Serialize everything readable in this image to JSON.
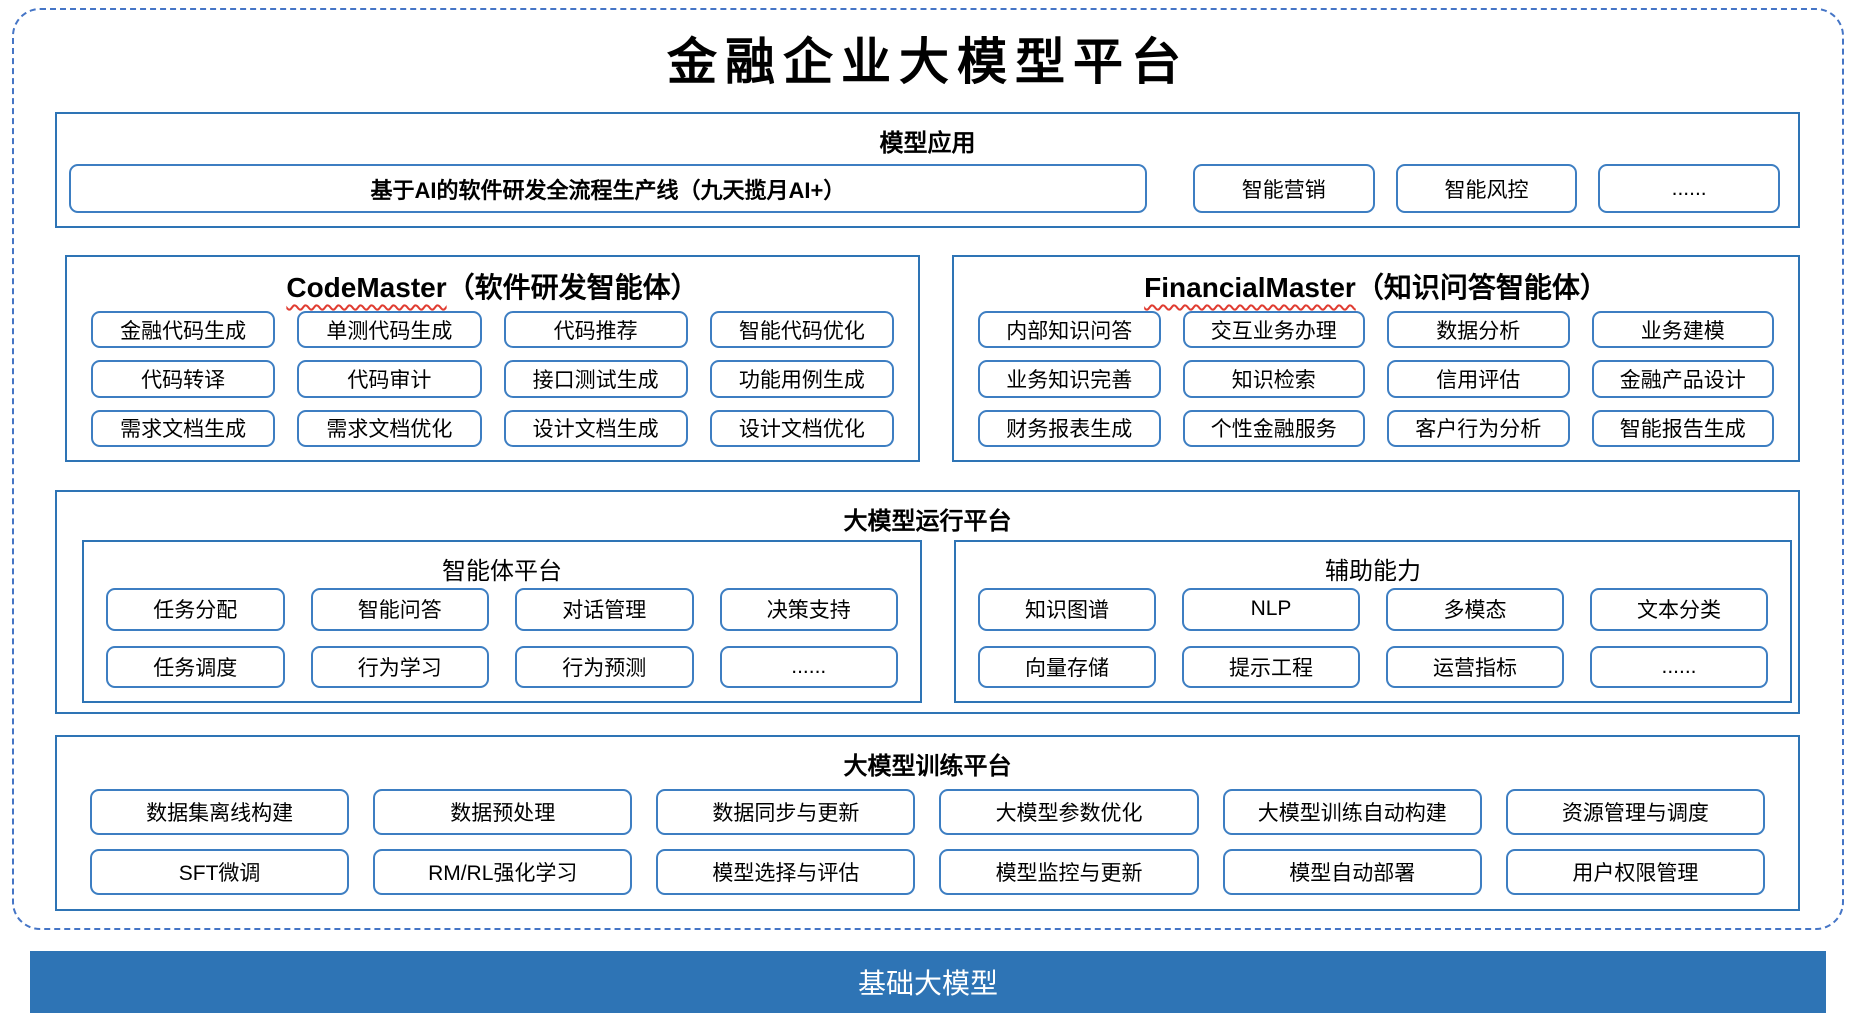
{
  "title": "金融企业大模型平台",
  "colors": {
    "frame_border": "#2e74b5",
    "box_border": "#3d7ec2",
    "dashed_border": "#4575c6",
    "foundation_bg": "#2e74b5",
    "spellcheck_wavy": "#e03c31"
  },
  "sections": {
    "model_app": {
      "title": "模型应用",
      "main_item": "基于AI的软件研发全流程生产线（九天揽月AI+）",
      "items": [
        "智能营销",
        "智能风控",
        "......"
      ]
    },
    "code_master": {
      "title_en": "CodeMaster",
      "title_zh": "（软件研发智能体）",
      "items": [
        "金融代码生成",
        "单测代码生成",
        "代码推荐",
        "智能代码优化",
        "代码转译",
        "代码审计",
        "接口测试生成",
        "功能用例生成",
        "需求文档生成",
        "需求文档优化",
        "设计文档生成",
        "设计文档优化"
      ]
    },
    "financial_master": {
      "title_en": "FinancialMaster",
      "title_zh": "（知识问答智能体）",
      "items": [
        "内部知识问答",
        "交互业务办理",
        "数据分析",
        "业务建模",
        "业务知识完善",
        "知识检索",
        "信用评估",
        "金融产品设计",
        "财务报表生成",
        "个性金融服务",
        "客户行为分析",
        "智能报告生成"
      ]
    },
    "runtime": {
      "title": "大模型运行平台",
      "agent_platform": {
        "title": "智能体平台",
        "items": [
          "任务分配",
          "智能问答",
          "对话管理",
          "决策支持",
          "任务调度",
          "行为学习",
          "行为预测",
          "......"
        ]
      },
      "aux_capability": {
        "title": "辅助能力",
        "items": [
          "知识图谱",
          "NLP",
          "多模态",
          "文本分类",
          "向量存储",
          "提示工程",
          "运营指标",
          "......"
        ]
      }
    },
    "training": {
      "title": "大模型训练平台",
      "items": [
        "数据集离线构建",
        "数据预处理",
        "数据同步与更新",
        "大模型参数优化",
        "大模型训练自动构建",
        "资源管理与调度",
        "SFT微调",
        "RM/RL强化学习",
        "模型选择与评估",
        "模型监控与更新",
        "模型自动部署",
        "用户权限管理"
      ]
    },
    "foundation": {
      "title": "基础大模型"
    }
  }
}
